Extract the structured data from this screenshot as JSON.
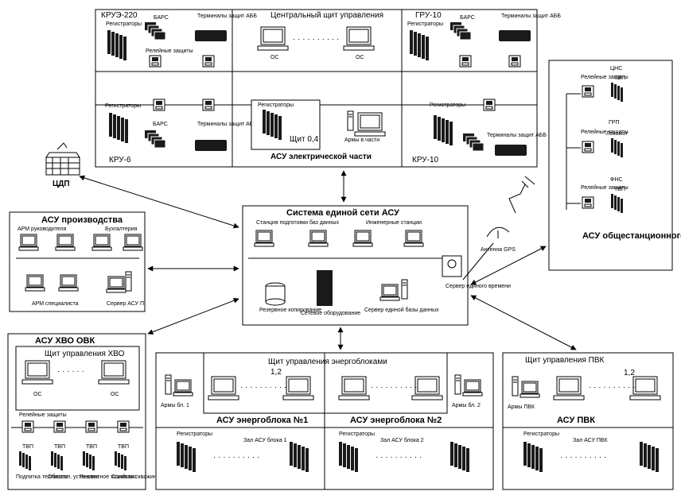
{
  "colors": {
    "line": "#000000",
    "background": "#ffffff",
    "device_dark": "#1a1a1a"
  },
  "top": {
    "kru220": "КРУЭ-220",
    "central_panel": "Центральный щит управления",
    "gru10": "ГРУ-10",
    "kru6": "КРУ-6",
    "kru10": "КРУ-10",
    "shield04": "Щит 0,4",
    "asu_electric": "АСУ электрической части",
    "relay": "Релейные защиты",
    "bars": "БАРС",
    "terminals": "Терминалы защит АББ",
    "registrators": "Регистраторы",
    "os": "ОС",
    "dots": "· · · · · · · · · ·",
    "arm": "Армы в.части"
  },
  "cdp": {
    "label": "ЦДП"
  },
  "production": {
    "title": "АСУ производства",
    "arm_heads": "АРМ руководителя",
    "accounting": "Бухгалтерия",
    "arm_specialists": "АРМ специалиста",
    "server": "Сервер АСУ П"
  },
  "center": {
    "title": "Система единой сети АСУ",
    "stations_db": "Станция подготовки баз данных",
    "engineering": "Инженерные станции",
    "backup": "Резервное копирование",
    "network": "Сетевое оборудование",
    "db_server": "Сервер единой базы данных",
    "time_server": "Сервер единого времени",
    "gps": "Антенна GPS"
  },
  "station": {
    "title": "АСУ общестанционного оборудования",
    "units": [
      "ЦНС",
      "ГРП",
      "ФНС"
    ],
    "sub": [
      "ТВП",
      "Локомот",
      "ТВП"
    ],
    "relay": "Релейные защиты"
  },
  "hvo": {
    "title": "АСУ ХВО ОВК",
    "panel": "Щит управления ХВО",
    "os": "ОС",
    "dots": "· · · · · ·",
    "units": [
      "Подпитка теплосети",
      "Обессол. установка",
      "Реагентное хозяйство",
      "Солевая скважина"
    ],
    "relay": "Релейные защиты",
    "tvp": "ТВП"
  },
  "blocks": {
    "panel": "Щит управления энергоблоками",
    "numbers": "1,2",
    "asu1": "АСУ энергоблока №1",
    "asu2": "АСУ энергоблока №2",
    "arm1": "Армы бл. 1",
    "arm2": "Армы бл. 2",
    "hall1": "Зал АСУ блока 1",
    "hall2": "Зал АСУ блока 2",
    "registrators": "Регистраторы",
    "dots": "· · · · · · · · · ·"
  },
  "pvk": {
    "panel": "Щит управления ПВК",
    "numbers": "1,2",
    "asu": "АСУ ПВК",
    "arm": "Армы ПВК",
    "hall": "Зал АСУ ПВК",
    "registrators": "Регистраторы",
    "dots": "· · · · · · · · · ·"
  }
}
